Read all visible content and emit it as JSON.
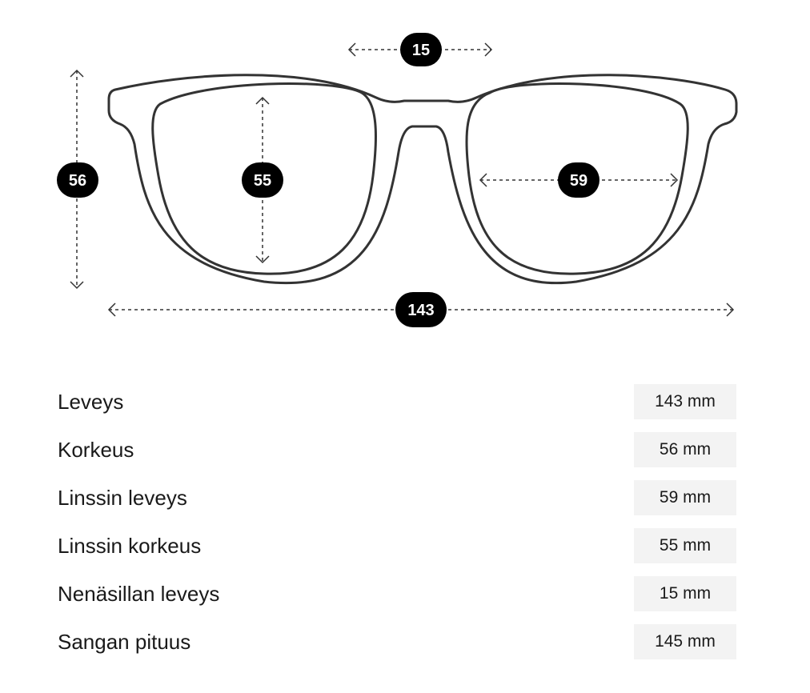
{
  "diagram": {
    "frame_stroke_color": "#333333",
    "badge_color": "#000000",
    "badges": {
      "bridge": "15",
      "height": "56",
      "lens_height": "55",
      "lens_width": "59",
      "total_width": "143"
    }
  },
  "specs": [
    {
      "label": "Leveys",
      "value": "143 mm"
    },
    {
      "label": "Korkeus",
      "value": "56 mm"
    },
    {
      "label": "Linssin leveys",
      "value": "59 mm"
    },
    {
      "label": "Linssin korkeus",
      "value": "55 mm"
    },
    {
      "label": "Nenäsillan leveys",
      "value": "15 mm"
    },
    {
      "label": "Sangan pituus",
      "value": "145 mm"
    }
  ]
}
